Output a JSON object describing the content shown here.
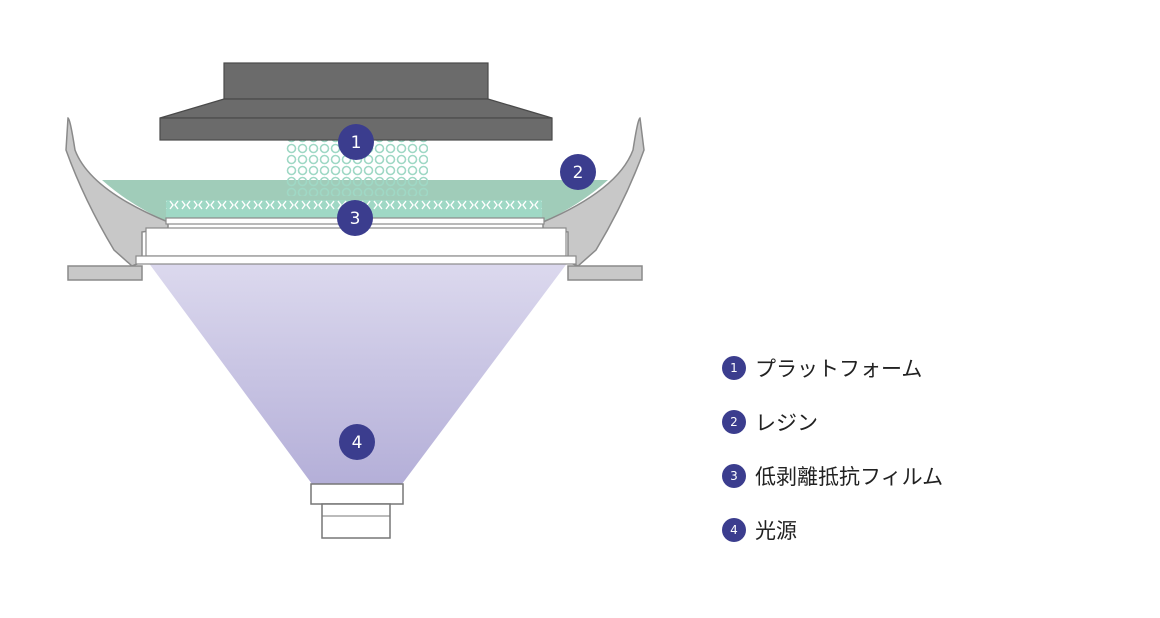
{
  "badges": [
    {
      "number": "1",
      "label": "プラットフォーム"
    },
    {
      "number": "2",
      "label": "レジン"
    },
    {
      "number": "3",
      "label": "低剥離抵抗フィルム"
    },
    {
      "number": "4",
      "label": "光源"
    }
  ],
  "colors": {
    "platform": "#6b6b6b",
    "frame": "#c8c8c8",
    "resin": "#8fc3ad",
    "lattice": "#9fd8c5",
    "light": "#c6c2e3",
    "badge": "#3b3d8e"
  }
}
